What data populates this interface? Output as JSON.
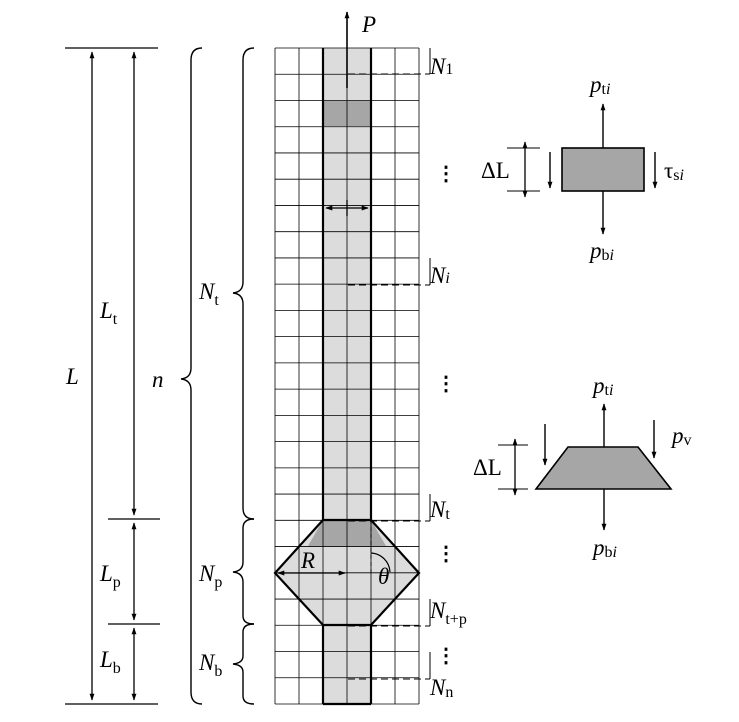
{
  "colors": {
    "line": "#000000",
    "shaft_fill": "#dcdcdc",
    "element_fill": "#a6a6a6",
    "background": "#ffffff"
  },
  "labels": {
    "force": "P",
    "L": {
      "main": "L",
      "sub": ""
    },
    "Lt": {
      "main": "L",
      "sub": "t"
    },
    "Lp": {
      "main": "L",
      "sub": "p"
    },
    "Lb": {
      "main": "L",
      "sub": "b"
    },
    "n": {
      "main": "n",
      "sub": ""
    },
    "Nt_brace": {
      "main": "N",
      "sub": "t"
    },
    "Np_brace": {
      "main": "N",
      "sub": "p"
    },
    "Nb_brace": {
      "main": "N",
      "sub": "b"
    },
    "N1": {
      "main": "N",
      "sub": "1"
    },
    "Ni": {
      "main": "N",
      "sub": "i"
    },
    "Nt_row": {
      "main": "N",
      "sub": "t"
    },
    "Ntp": {
      "main": "N",
      "sub": "t+p"
    },
    "Nn": {
      "main": "N",
      "sub": "n"
    },
    "R": "R",
    "theta": "θ",
    "dL1": "ΔL",
    "dL2": "ΔL",
    "pt1": {
      "main": "p",
      "sub": "t",
      "subi": "i"
    },
    "pb1": {
      "main": "p",
      "sub": "b",
      "subi": "i"
    },
    "tau": {
      "main": "τ",
      "sub": "s",
      "subi": "i"
    },
    "pt2": {
      "main": "p",
      "sub": "t",
      "subi": "i"
    },
    "pb2": {
      "main": "p",
      "sub": "b",
      "subi": "i"
    },
    "pv": {
      "main": "p",
      "sub": "v"
    },
    "dots": "⋮"
  }
}
